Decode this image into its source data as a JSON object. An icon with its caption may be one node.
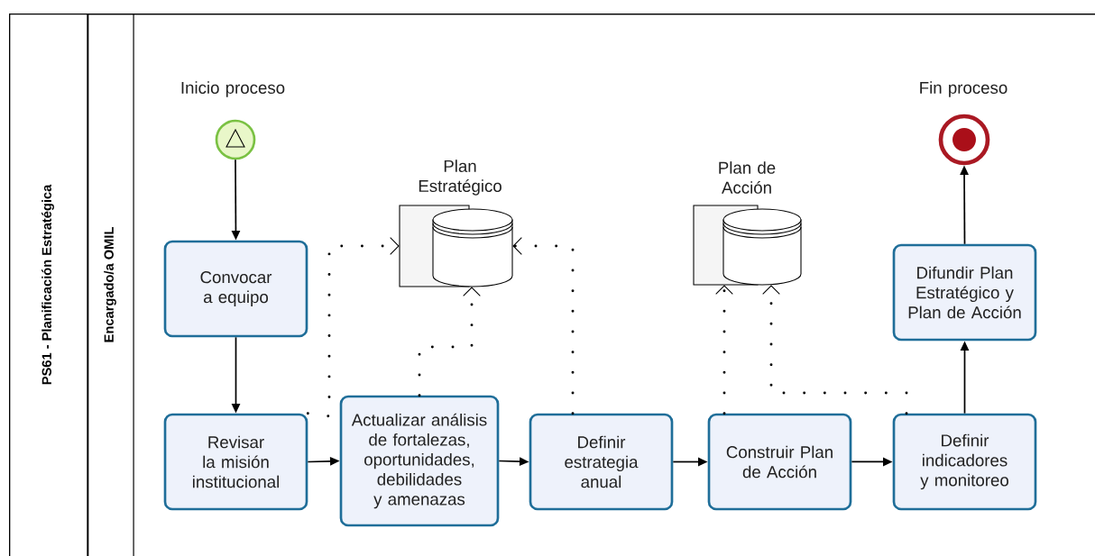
{
  "diagram": {
    "nodes": [
      {
        "text": [
          "PS61 - Planificación Estratégica"
        ]
      },
      {
        "text": [
          "Encargado/a OMIL"
        ],
        "in": 0
      },
      {
        "text": [],
        "shape": "circle",
        "beside": [
          "Inicio proceso"
        ],
        "in": 1
      },
      {
        "text": [
          "Convocar a equipo"
        ],
        "in": 1
      },
      {
        "text": [
          "Revisar la misión institucional"
        ],
        "in": 1
      },
      {
        "text": [
          "Actualizar análisis de fortalezas, oportunidades, debilidades y amenazas"
        ],
        "in": 1
      },
      {
        "text": [
          "Definir estrategia anual"
        ],
        "in": 1
      },
      {
        "text": [
          "Construir Plan de Acción"
        ],
        "in": 1
      },
      {
        "text": [
          "Definir indicadores y monitoreo"
        ],
        "in": 1
      },
      {
        "text": [
          "Difundir Plan Estratégico y Plan de Acción"
        ],
        "in": 1
      },
      {
        "text": [],
        "shape": "circle",
        "beside": [
          "Fin proceso"
        ],
        "in": 1
      },
      {
        "text": [],
        "shape": "cylinder",
        "beside": [
          "Plan Estratégico"
        ],
        "in": 1
      },
      {
        "text": [],
        "shape": "cylinder",
        "beside": [
          "Plan de Acción"
        ],
        "in": 1
      }
    ],
    "edges": [
      {
        "from": 2,
        "to": 3,
        "arrow": "to"
      },
      {
        "from": 3,
        "to": 4,
        "arrow": "to"
      },
      {
        "from": 4,
        "to": 5,
        "arrow": "to"
      },
      {
        "from": 5,
        "to": 6,
        "arrow": "to"
      },
      {
        "from": 6,
        "to": 7,
        "arrow": "to"
      },
      {
        "from": 7,
        "to": 8,
        "arrow": "to"
      },
      {
        "from": 8,
        "to": 9,
        "arrow": "to"
      },
      {
        "from": 9,
        "to": 10,
        "arrow": "to"
      },
      {
        "from": 4,
        "to": 11,
        "arrow": "to",
        "style": "dashed"
      },
      {
        "from": 5,
        "to": 11,
        "arrow": "to",
        "style": "dashed"
      },
      {
        "from": 6,
        "to": 11,
        "arrow": "to",
        "style": "dashed"
      },
      {
        "from": 7,
        "to": 12,
        "arrow": "to",
        "style": "dashed"
      },
      {
        "from": 8,
        "to": 12,
        "arrow": "to",
        "style": "dashed"
      }
    ]
  }
}
